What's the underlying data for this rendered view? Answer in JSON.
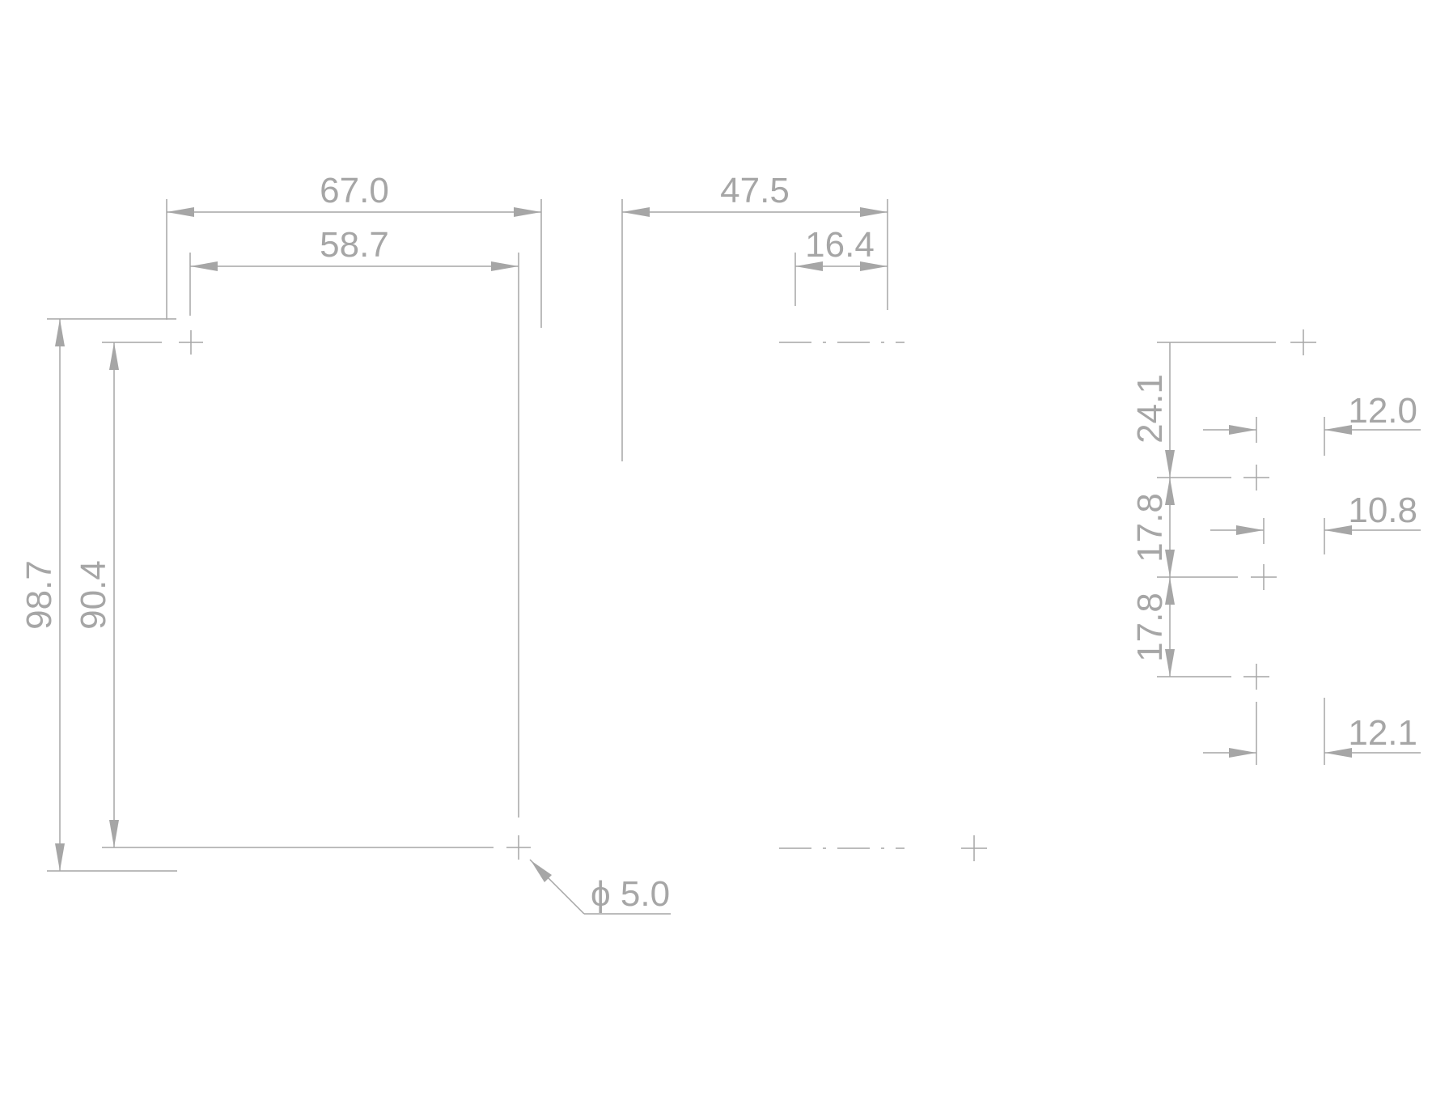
{
  "drawing": {
    "line_color": "#a6a6a6",
    "dimensions": {
      "overall_width": "67.0",
      "hole_spacing_width": "58.7",
      "side_depth": "47.5",
      "side_offset": "16.4",
      "overall_height": "98.7",
      "hole_spacing_height": "90.4",
      "hole_diameter": "ϕ 5.0",
      "pin_pitch_1": "24.1",
      "pin_pitch_2": "17.8",
      "pin_pitch_3": "17.8",
      "pin_offset_1": "12.0",
      "pin_offset_2": "10.8",
      "pin_offset_3": "12.1"
    }
  }
}
